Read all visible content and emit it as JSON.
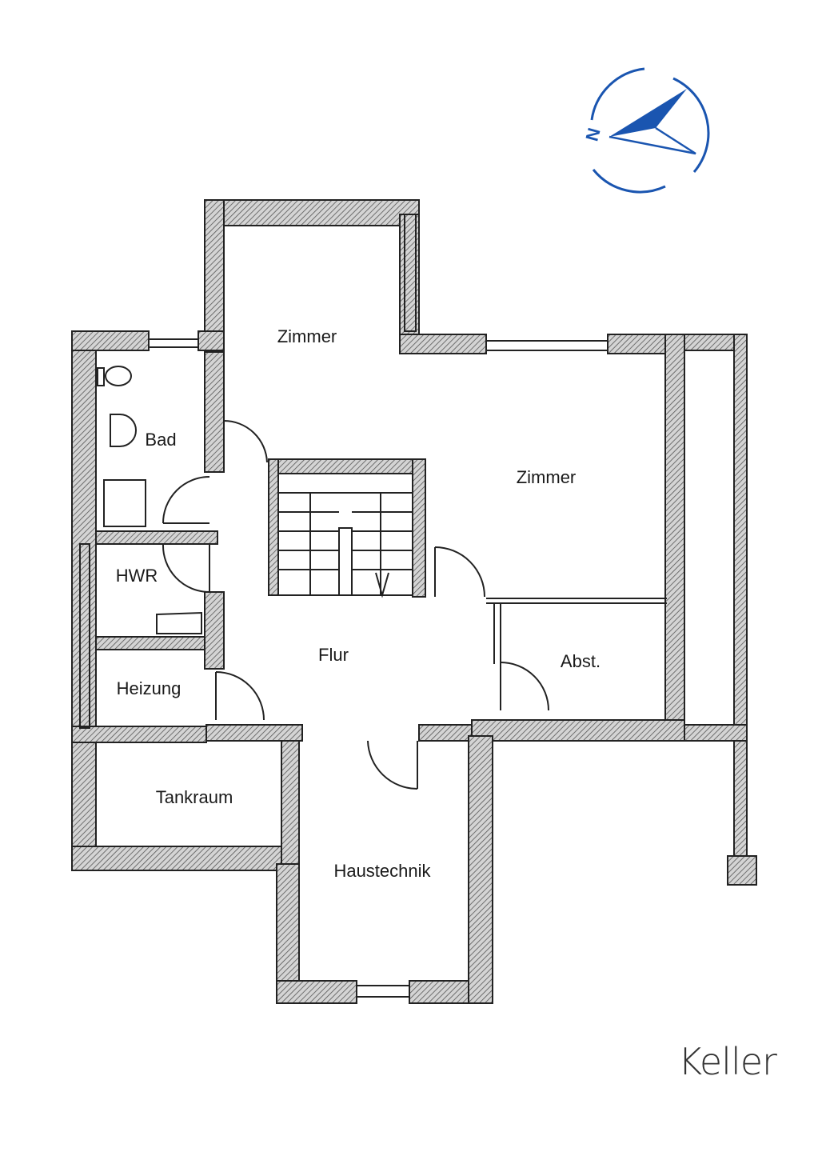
{
  "plan": {
    "floor_label": "Keller",
    "compass_letter": "N",
    "rooms": {
      "zimmer_1": "Zimmer",
      "zimmer_2": "Zimmer",
      "bad": "Bad",
      "hwr": "HWR",
      "heizung": "Heizung",
      "flur": "Flur",
      "abst": "Abst.",
      "tankraum": "Tankraum",
      "haustechnik": "Haustechnik"
    }
  },
  "colors": {
    "wall": "#2b2b2b",
    "hatch": "#9a9a9a",
    "compass": "#1a55b0"
  }
}
